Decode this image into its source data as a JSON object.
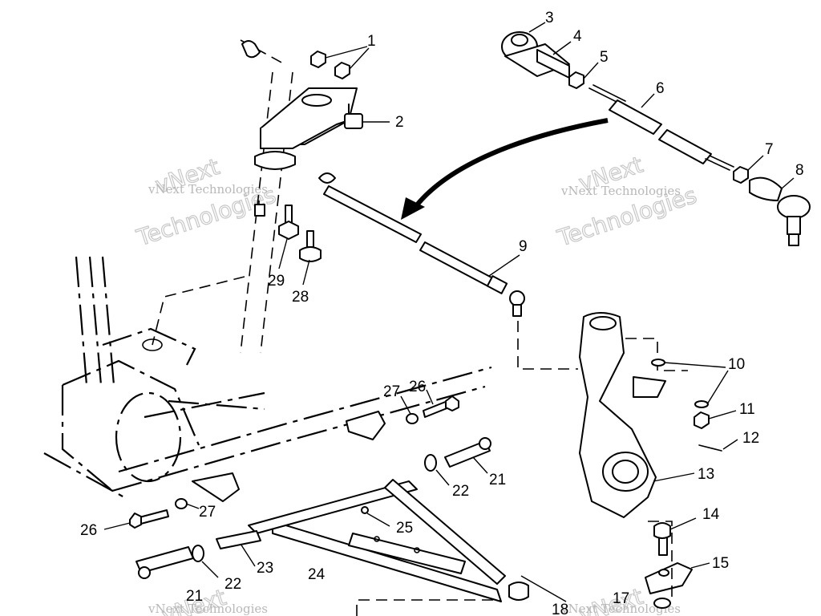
{
  "watermark": {
    "line1": "vNext",
    "line2": "vNext Technologies",
    "line3": "Technologies"
  },
  "callouts": {
    "c1": "1",
    "c2": "2",
    "c3": "3",
    "c4": "4",
    "c5": "5",
    "c6": "6",
    "c7": "7",
    "c8": "8",
    "c9": "9",
    "c10": "10",
    "c11": "11",
    "c12": "12",
    "c13": "13",
    "c14": "14",
    "c15": "15",
    "c17": "17",
    "c18": "18",
    "c21a": "21",
    "c21b": "21",
    "c22a": "22",
    "c22b": "22",
    "c23": "23",
    "c24": "24",
    "c25": "25",
    "c26a": "26",
    "c26b": "26",
    "c27a": "27",
    "c27b": "27",
    "c28": "28",
    "c29": "29"
  },
  "colors": {
    "ink": "#000000",
    "paper": "#ffffff",
    "watermark": "#bdbdbd"
  },
  "icons": [
    "curved-arrow-icon"
  ]
}
